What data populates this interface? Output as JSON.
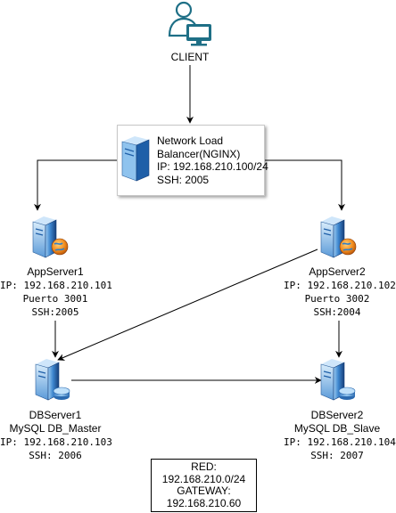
{
  "client": {
    "label": "CLIENT"
  },
  "load_balancer": {
    "title_line1": "Network Load",
    "title_line2": "Balancer(NGINX)",
    "ip": "IP: 192.168.210.100/24",
    "ssh": "SSH: 2005"
  },
  "app_server1": {
    "name": "AppServer1",
    "ip": "IP: 192.168.210.101",
    "port": "Puerto 3001",
    "ssh": "SSH:2005"
  },
  "app_server2": {
    "name": "AppServer2",
    "ip": "IP: 192.168.210.102",
    "port": "Puerto 3002",
    "ssh": "SSH:2004"
  },
  "db_server1": {
    "name": "DBServer1",
    "role": "MySQL DB_Master",
    "ip": "IP: 192.168.210.103",
    "ssh": "SSH: 2006"
  },
  "db_server2": {
    "name": "DBServer2",
    "role": "MySQL DB_Slave",
    "ip": "IP: 192.168.210.104",
    "ssh": "SSH: 2007"
  },
  "network": {
    "red_label": "RED:",
    "red_value": "192.168.210.0/24",
    "gateway_label": "GATEWAY:",
    "gateway_value": "192.168.210.60"
  },
  "colors": {
    "icon_blue": "#1f5fa8",
    "icon_light": "#8fc3ee",
    "globe_orange": "#f08a1c",
    "client_teal": "#1e6f86"
  }
}
